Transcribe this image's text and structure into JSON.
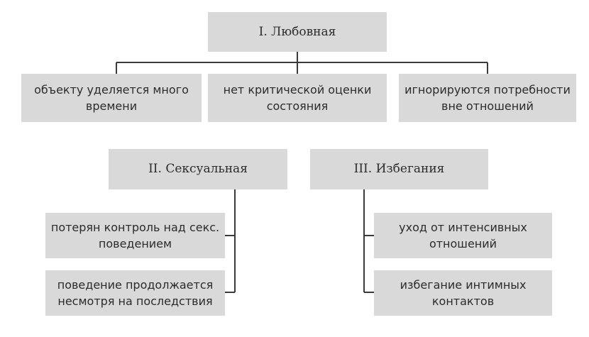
{
  "diagram": {
    "root": {
      "label": "I. Любовная"
    },
    "root_children": [
      {
        "label": "объекту уделяется много времени"
      },
      {
        "label": "нет критической оценки состояния"
      },
      {
        "label": "игнорируются потребности вне отношений"
      }
    ],
    "groups": [
      {
        "label": "II. Сексуальная",
        "items": [
          {
            "label": "потерян контроль над секс. поведением"
          },
          {
            "label": "поведение продолжается несмотря на последствия"
          }
        ]
      },
      {
        "label": "III. Избегания",
        "items": [
          {
            "label": "уход от интенсивных отношений"
          },
          {
            "label": "избегание интимных контактов"
          }
        ]
      }
    ]
  }
}
